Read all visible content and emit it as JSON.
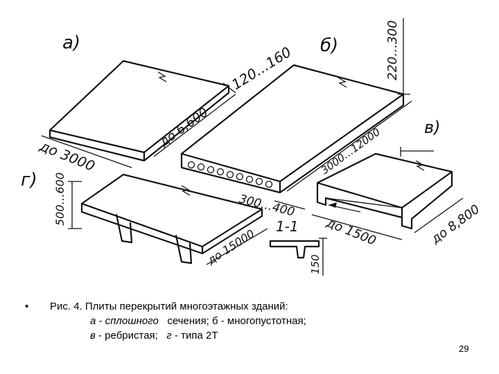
{
  "figure": {
    "labels": {
      "a": "а)",
      "b": "б)",
      "v": "в)",
      "g": "г)",
      "section": "1-1"
    },
    "dimensions": {
      "a_thickness": "120…160",
      "a_width": "до 6,600",
      "a_length": "до 3000",
      "b_thickness": "220…300",
      "b_length": "3000…12000",
      "b_width": "300…400",
      "v_width": "до 8,800",
      "v_length": "до 1500",
      "g_height": "500…600",
      "g_length": "до 15000",
      "section_height": "150"
    }
  },
  "caption": {
    "bullet": "•",
    "line1": "Рис. 4.  Плиты перекрытий многоэтажных зданий:",
    "a_label": "а - сплошного",
    "a_rest": "сечения;   б - многопустотная;",
    "v_label": "в",
    "v_rest": " - ребристая;",
    "g_label": "г",
    "g_rest": " - типа  2Т"
  },
  "page_number": "29"
}
